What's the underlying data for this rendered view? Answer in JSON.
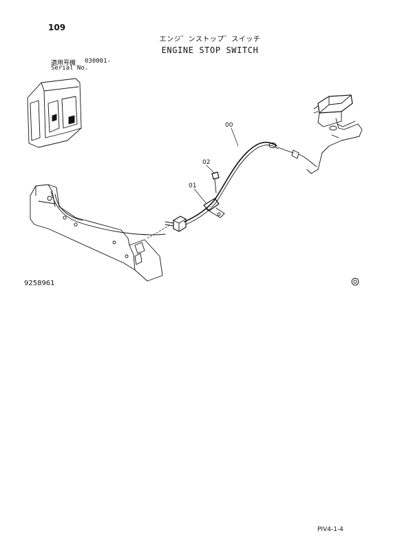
{
  "page_number": "109",
  "title_jp": "エンジ゛ンストップ゛スイッチ",
  "title_en": "ENGINE STOP SWITCH",
  "serial": {
    "label_jp": "適用号機",
    "label_en": "Serial No.",
    "value": "030001-"
  },
  "callouts": {
    "harness": "00",
    "clamp": "01",
    "bolt": "02"
  },
  "drawing_number": "9258961",
  "footer_code": "PIV4-1-4",
  "colors": {
    "ink": "#111111",
    "background": "#ffffff"
  }
}
